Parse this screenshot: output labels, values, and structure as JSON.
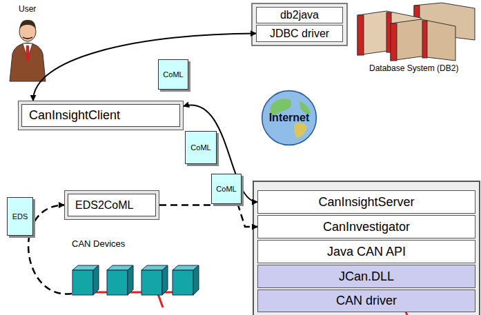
{
  "diagram": {
    "nodes": [
      {
        "text": [
          "CanInsightClient"
        ]
      },
      {
        "text": [
          "db2java"
        ]
      },
      {
        "text": [
          "JDBC driver"
        ]
      },
      {
        "text": [
          "Internet"
        ]
      },
      {
        "text": [
          "CanInsightServer"
        ]
      },
      {
        "text": [
          "EDS2CoML"
        ]
      },
      {
        "text": [
          "CanInvestigator"
        ]
      },
      {
        "text": [
          "Java CAN API"
        ]
      },
      {
        "text": [
          "JCan.DLL"
        ]
      },
      {
        "text": [
          "CAN driver"
        ]
      },
      {
        "text": [
          "CAN Devices"
        ]
      }
    ],
    "edges": [
      {
        "from": 0,
        "to": 2,
        "label": "CoML",
        "arrow": "both"
      },
      {
        "from": 0,
        "to": 4,
        "label": "CoML",
        "arrow": "both"
      },
      {
        "from": 5,
        "to": 6,
        "label": "CoML",
        "arrow": "to"
      },
      {
        "from": 10,
        "to": 5,
        "label": "EDS",
        "arrow": "to"
      }
    ],
    "labels": [
      "User",
      "Database System (DB2)"
    ]
  }
}
